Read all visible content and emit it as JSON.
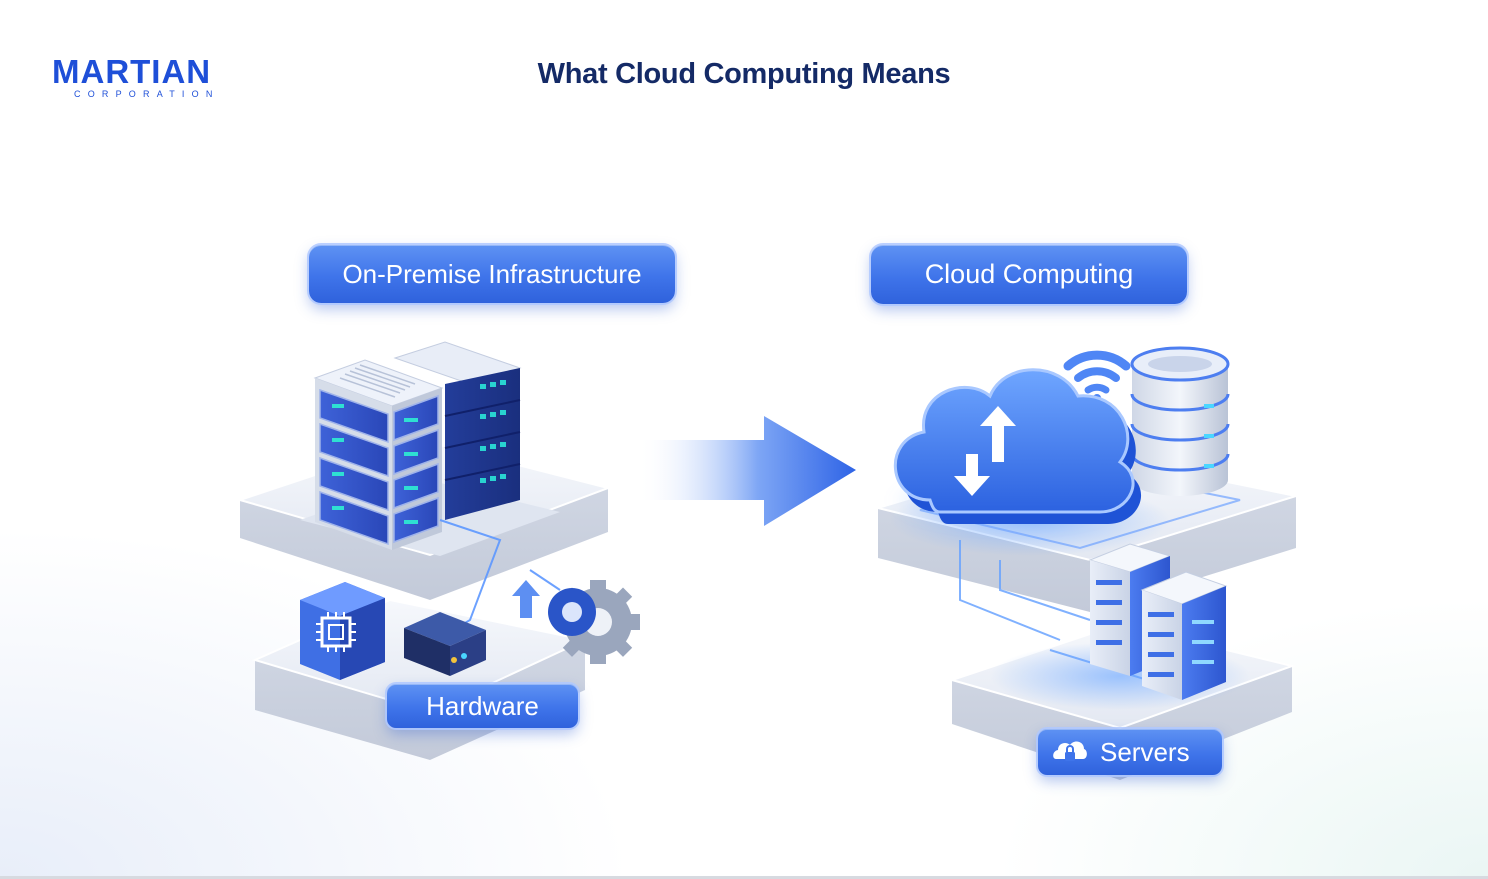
{
  "logo": {
    "wordmark": "MARTIAN",
    "subtitle": "CORPORATION",
    "color": "#1e4fd8"
  },
  "slide": {
    "title": "What Cloud Computing Means",
    "title_color": "#142a66"
  },
  "left_panel": {
    "label": "On-Premise Infrastructure",
    "sub_label": "Hardware",
    "icons": [
      "server-rack-icon",
      "chip-icon",
      "router-icon",
      "gear-icon",
      "upload-arrow-icon"
    ]
  },
  "right_panel": {
    "label": "Cloud Computing",
    "sub_label": "Servers",
    "icons": [
      "cloud-sync-icon",
      "database-icon",
      "wifi-icon",
      "server-towers-icon",
      "lock-icon"
    ]
  },
  "connector": {
    "icon": "arrow-right-icon"
  },
  "colors": {
    "accent": "#3f74ea",
    "accent_dark": "#1f4fc8",
    "accent_light": "#8fb6ff",
    "platform": "#e9edf5"
  }
}
